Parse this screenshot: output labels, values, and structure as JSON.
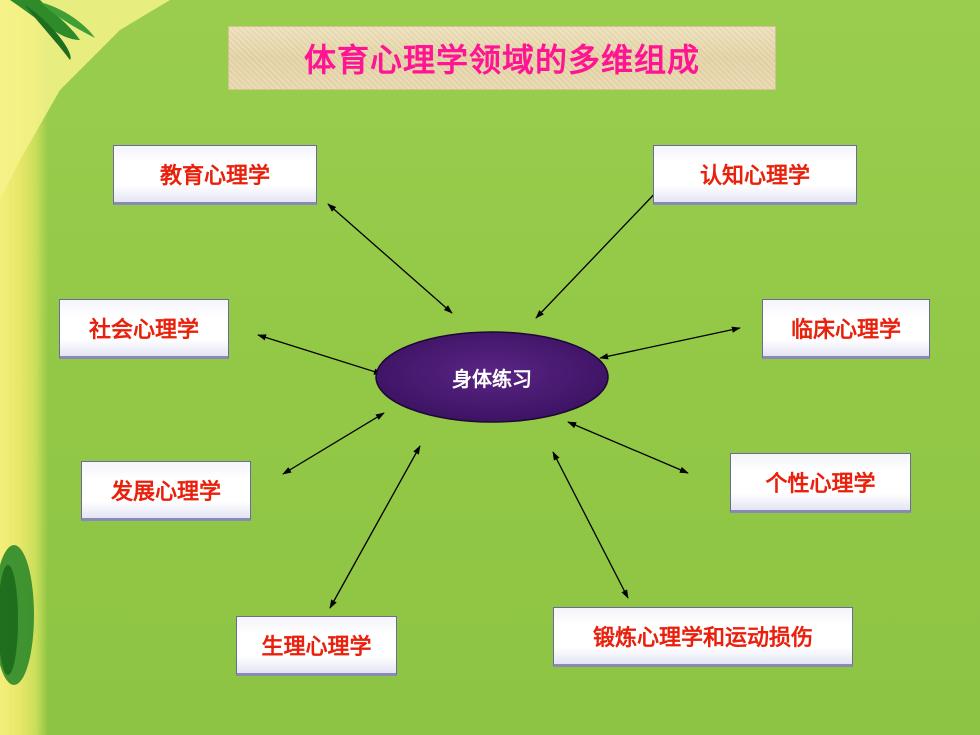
{
  "title": "体育心理学领域的多维组成",
  "center": "身体练习",
  "nodes": {
    "education": "教育心理学",
    "cognitive": "认知心理学",
    "social": "社会心理学",
    "clinical": "临床心理学",
    "development": "发展心理学",
    "personality": "个性心理学",
    "physiology": "生理心理学",
    "exercise": "锻炼心理学和运动损伤"
  },
  "colors": {
    "background": "#95c94a",
    "title_text": "#ff1493",
    "node_text": "#e8200c",
    "center_fill": "#4b1a73",
    "arrow": "#000000"
  }
}
